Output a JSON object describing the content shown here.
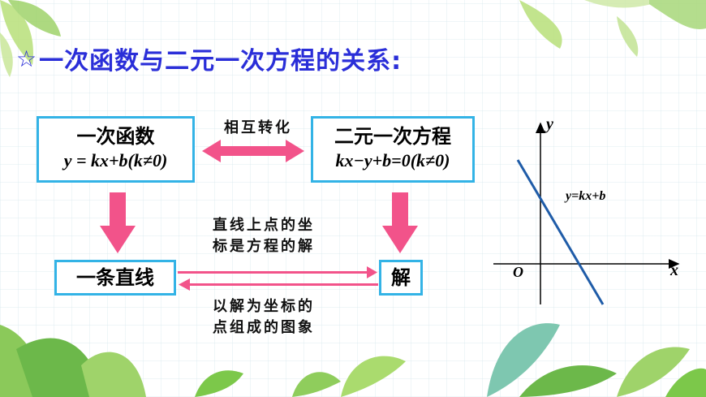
{
  "title": {
    "star": "☆",
    "text": "一次函数与二元一次方程的关系:"
  },
  "box_function": {
    "line1": "一次函数",
    "line2": "y = kx+b(k≠0)"
  },
  "box_equation": {
    "line1": "二元一次方程",
    "line2": "kx−y+b=0(k≠0)"
  },
  "box_line": {
    "text": "一条直线"
  },
  "box_solution": {
    "text": "解"
  },
  "caption_mutual": "相互转化",
  "caption_coords_line1": "直线上点的坐",
  "caption_coords_line2": "标是方程的解",
  "caption_graph_line1": "以解为坐标的",
  "caption_graph_line2": "点组成的图象",
  "graph": {
    "y_label": "y",
    "x_label": "x",
    "origin_label": "O",
    "equation_label": "y=kx+b"
  },
  "colors": {
    "title": "#2a2ed8",
    "box_border": "#33b3e6",
    "arrow_pink": "#f2538a",
    "graph_line": "#1f5ca8",
    "leaf_green": "#7cc84a",
    "leaf_light": "#b8e07a"
  },
  "icons": [
    "star-icon",
    "double-arrow-icon",
    "down-arrow-icon",
    "right-arrow-icon",
    "left-arrow-icon",
    "leaf-decoration-icon"
  ]
}
